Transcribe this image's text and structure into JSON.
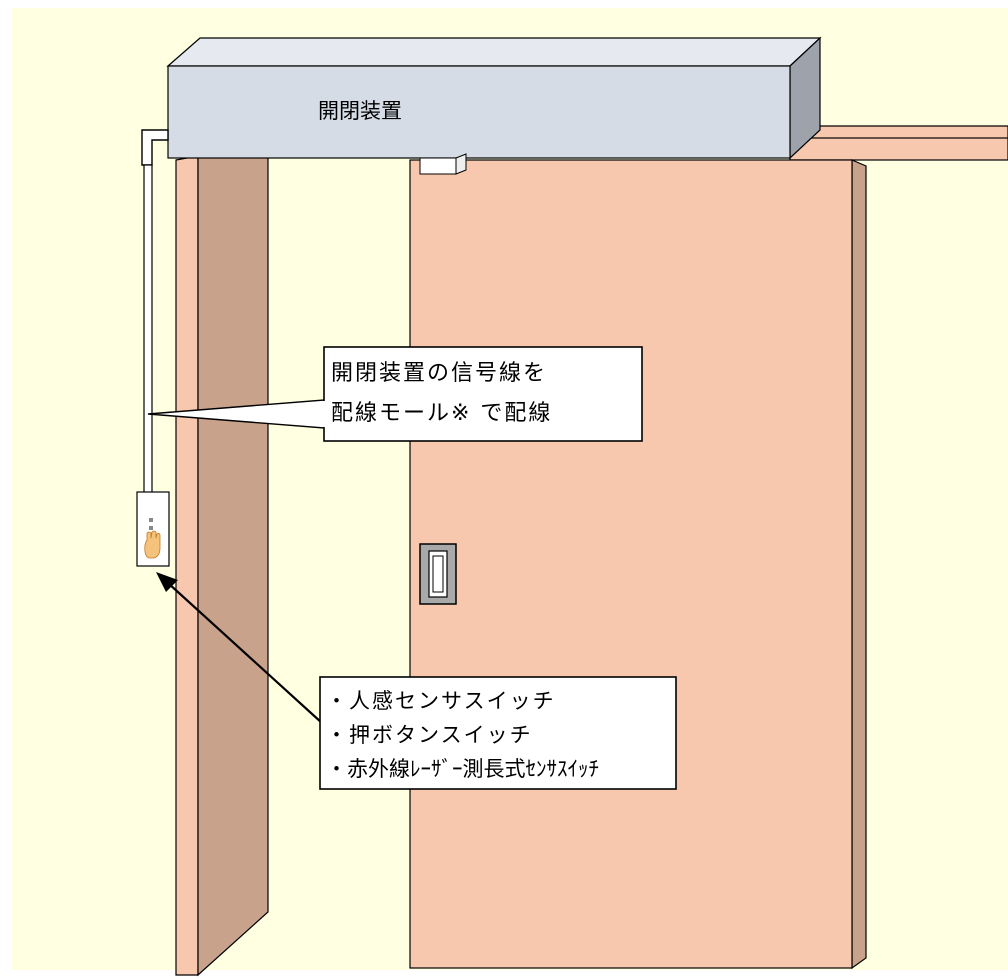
{
  "title_label": "開閉装置",
  "callout_wiring": {
    "lines": [
      "開閉装置の信号線を",
      "配線モール※ で配線"
    ]
  },
  "callout_switches": {
    "items": [
      "・人感センサスイッチ",
      "・押ボタンスイッチ",
      "・赤外線ﾚｰｻﾞｰ測長式ｾﾝｻｽｲｯﾁ"
    ]
  },
  "colors": {
    "background": "#ffffe1",
    "frame": "#f8c8ae",
    "frame_side": "#c8a28b",
    "door": "#f8c8ae",
    "door_side": "#c8a28b",
    "device_front": "#d6dce6",
    "device_top": "#e6eaf0",
    "device_side": "#9ea3ab",
    "handle": "#a9a9a9",
    "outline": "#000000"
  }
}
